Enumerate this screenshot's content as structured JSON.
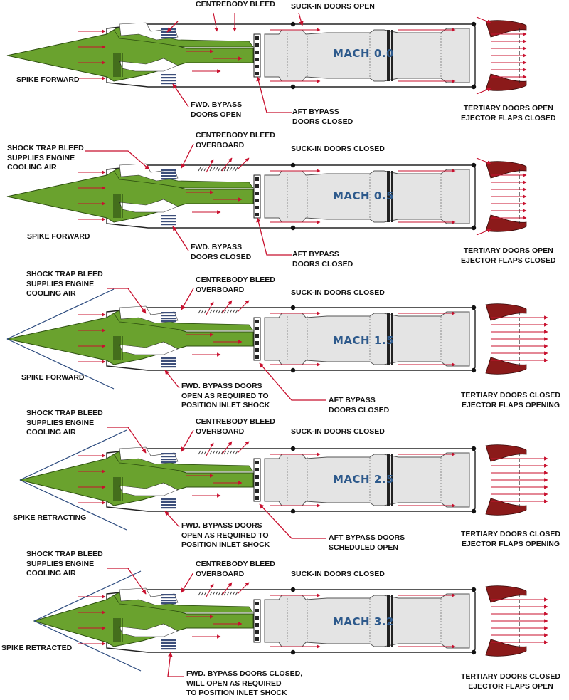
{
  "colors": {
    "spike_green": "#6aa22e",
    "airflow_red": "#c8102e",
    "nozzle_red": "#8b1a1a",
    "engine_grey": "#e4e4e4",
    "mach_text": "#2e5a8c",
    "shock_line": "#2b4a7e"
  },
  "panels": [
    {
      "mach": "MACH 0.0",
      "centrebody": "CENTREBODY BLEED",
      "suck_in": "SUCK-IN DOORS OPEN",
      "spike": "SPIKE FORWARD",
      "fwd_bypass": "FWD. BYPASS\nDOORS OPEN",
      "aft_bypass": "AFT BYPASS\nDOORS CLOSED",
      "tertiary": "TERTIARY DOORS OPEN\nEJECTOR FLAPS CLOSED"
    },
    {
      "mach": "MACH 0.5",
      "shock_trap": "SHOCK TRAP BLEED\nSUPPLIES ENGINE\nCOOLING AIR",
      "centrebody": "CENTREBODY BLEED\nOVERBOARD",
      "suck_in": "SUCK-IN DOORS CLOSED",
      "spike": "SPIKE FORWARD",
      "fwd_bypass": "FWD. BYPASS\nDOORS CLOSED",
      "aft_bypass": "AFT BYPASS\nDOORS CLOSED",
      "tertiary": "TERTIARY DOORS OPEN\nEJECTOR FLAPS CLOSED"
    },
    {
      "mach": "MACH 1.5",
      "shock_trap": "SHOCK TRAP BLEED\nSUPPLIES ENGINE\nCOOLING AIR",
      "centrebody": "CENTREBODY BLEED\nOVERBOARD",
      "suck_in": "SUCK-IN DOORS CLOSED",
      "spike": "SPIKE FORWARD",
      "fwd_bypass": "FWD. BYPASS DOORS\nOPEN AS REQUIRED TO\nPOSITION INLET SHOCK",
      "aft_bypass": "AFT BYPASS\nDOORS CLOSED",
      "tertiary": "TERTIARY DOORS CLOSED\nEJECTOR FLAPS OPENING"
    },
    {
      "mach": "MACH 2.5",
      "shock_trap": "SHOCK TRAP BLEED\nSUPPLIES ENGINE\nCOOLING AIR",
      "centrebody": "CENTREBODY BLEED\nOVERBOARD",
      "suck_in": "SUCK-IN DOORS CLOSED",
      "spike": "SPIKE RETRACTING",
      "fwd_bypass": "FWD. BYPASS DOORS\nOPEN AS REQUIRED TO\nPOSITION INLET SHOCK",
      "aft_bypass": "AFT BYPASS DOORS\nSCHEDULED OPEN",
      "tertiary": "TERTIARY DOORS CLOSED\nEJECTOR FLAPS OPENING"
    },
    {
      "mach": "MACH 3.2",
      "shock_trap": "SHOCK TRAP BLEED\nSUPPLIES ENGINE\nCOOLING AIR",
      "centrebody": "CENTREBODY BLEED\nOVERBOARD",
      "suck_in": "SUCK-IN DOORS CLOSED",
      "spike": "SPIKE RETRACTED",
      "fwd_bypass": "FWD. BYPASS DOORS CLOSED,\nWILL OPEN AS REQUIRED\nTO POSITION INLET SHOCK",
      "tertiary": "TERTIARY DOORS CLOSED\nEJECTOR FLAPS OPEN"
    }
  ]
}
